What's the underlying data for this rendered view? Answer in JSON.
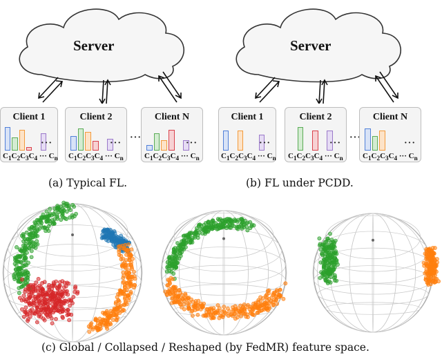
{
  "panel_a": {
    "server_label": "Server",
    "clients": [
      {
        "name": "Client 1",
        "bars": [
          {
            "color": "#4f7fd8",
            "fill": "#d8e3f7",
            "level": 0.9
          },
          {
            "color": "#5aab55",
            "fill": "#d4ecd2",
            "level": 0.5
          },
          {
            "color": "#f39a3a",
            "fill": "#fde3c8",
            "level": 0.8
          },
          {
            "color": "#d9404a",
            "fill": "#f7d1d3",
            "level": 0.12
          },
          {
            "color": "#9a78c9",
            "fill": "#e6dcf4",
            "level": 0.65
          }
        ]
      },
      {
        "name": "Client 2",
        "bars": [
          {
            "color": "#4f7fd8",
            "fill": "#d8e3f7",
            "level": 0.55
          },
          {
            "color": "#5aab55",
            "fill": "#d4ecd2",
            "level": 0.85
          },
          {
            "color": "#f39a3a",
            "fill": "#fde3c8",
            "level": 0.7
          },
          {
            "color": "#d9404a",
            "fill": "#f7d1d3",
            "level": 0.38
          },
          {
            "color": "#9a78c9",
            "fill": "#e6dcf4",
            "level": 0.45
          }
        ]
      },
      {
        "name": "Client N",
        "bars": [
          {
            "color": "#4f7fd8",
            "fill": "#d8e3f7",
            "level": 0.2
          },
          {
            "color": "#5aab55",
            "fill": "#d4ecd2",
            "level": 0.65
          },
          {
            "color": "#f39a3a",
            "fill": "#fde3c8",
            "level": 0.4
          },
          {
            "color": "#d9404a",
            "fill": "#f7d1d3",
            "level": 0.8
          },
          {
            "color": "#9a78c9",
            "fill": "#e6dcf4",
            "level": 0.4
          }
        ]
      }
    ],
    "ellipsis": "···",
    "classes": [
      "C",
      "1",
      "C",
      "2",
      "C",
      "3",
      "C",
      "4",
      "···",
      "C",
      "n"
    ],
    "caption": "(a)  Typical FL."
  },
  "panel_b": {
    "server_label": "Server",
    "clients": [
      {
        "name": "Client 1",
        "bars": [
          {
            "color": "#4f7fd8",
            "fill": "#d8e3f7",
            "level": 0.75
          },
          {
            "color": "#5aab55",
            "fill": "#d4ecd2",
            "level": 0.0
          },
          {
            "color": "#f39a3a",
            "fill": "#fde3c8",
            "level": 0.75
          },
          {
            "color": "#d9404a",
            "fill": "#f7d1d3",
            "level": 0.0
          },
          {
            "color": "#9a78c9",
            "fill": "#e6dcf4",
            "level": 0.6
          }
        ]
      },
      {
        "name": "Client 2",
        "bars": [
          {
            "color": "#4f7fd8",
            "fill": "#d8e3f7",
            "level": 0.0
          },
          {
            "color": "#5aab55",
            "fill": "#d4ecd2",
            "level": 0.9
          },
          {
            "color": "#f39a3a",
            "fill": "#fde3c8",
            "level": 0.0
          },
          {
            "color": "#d9404a",
            "fill": "#f7d1d3",
            "level": 0.75
          },
          {
            "color": "#9a78c9",
            "fill": "#e6dcf4",
            "level": 0.75
          }
        ]
      },
      {
        "name": "Client N",
        "bars": [
          {
            "color": "#4f7fd8",
            "fill": "#d8e3f7",
            "level": 0.85
          },
          {
            "color": "#5aab55",
            "fill": "#d4ecd2",
            "level": 0.55
          },
          {
            "color": "#f39a3a",
            "fill": "#fde3c8",
            "level": 0.75
          },
          {
            "color": "#d9404a",
            "fill": "#f7d1d3",
            "level": 0.0
          },
          {
            "color": "#9a78c9",
            "fill": "#e6dcf4",
            "level": 0.0
          }
        ]
      }
    ],
    "ellipsis": "···",
    "classes": [
      "C",
      "1",
      "C",
      "2",
      "C",
      "3",
      "C",
      "4",
      "···",
      "C",
      "n"
    ],
    "caption": "(b)  FL under PCDD."
  },
  "panel_c": {
    "caption": "(c)  Global / Collapsed / Reshaped (by FedMR) feature space.",
    "sphere_colors": {
      "green": "#2ca02c",
      "blue": "#1f77b4",
      "red": "#d62728",
      "orange": "#ff7f0e",
      "grid": "#c8c8c8"
    }
  }
}
